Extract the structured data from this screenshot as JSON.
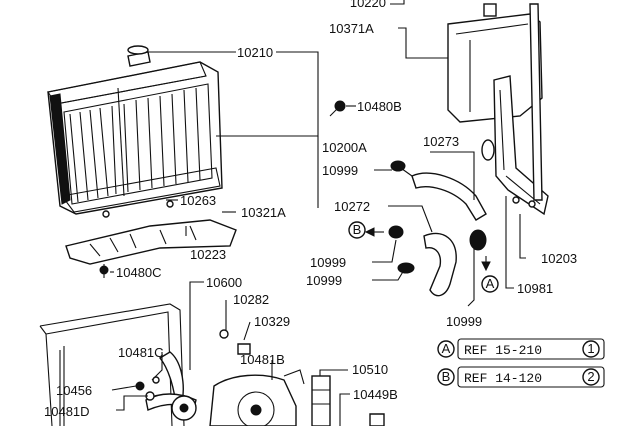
{
  "diagram": {
    "part_numbers": {
      "p10220": "10220",
      "p10371A": "10371A",
      "p10210": "10210",
      "p10480B": "10480B",
      "p10200A": "10200A",
      "p10273": "10273",
      "p10999_a": "10999",
      "p10272": "10272",
      "p10263": "10263",
      "p10321A": "10321A",
      "p10223": "10223",
      "p10999_b": "10999",
      "p10999_c": "10999",
      "p10203": "10203",
      "p10480C": "10480C",
      "p10600": "10600",
      "p10981": "10981",
      "p10282": "10282",
      "p10329": "10329",
      "p10999_d": "10999",
      "p10481C": "10481C",
      "p10481B": "10481B",
      "p10510": "10510",
      "p10456": "10456",
      "p10449B": "10449B",
      "p10481D": "10481D"
    },
    "markers": {
      "circle_a": "A",
      "circle_b": "B"
    },
    "references": [
      {
        "marker": "A",
        "text": "REF 15-210",
        "num": "1"
      },
      {
        "marker": "B",
        "text": "REF 14-120",
        "num": "2"
      }
    ]
  }
}
